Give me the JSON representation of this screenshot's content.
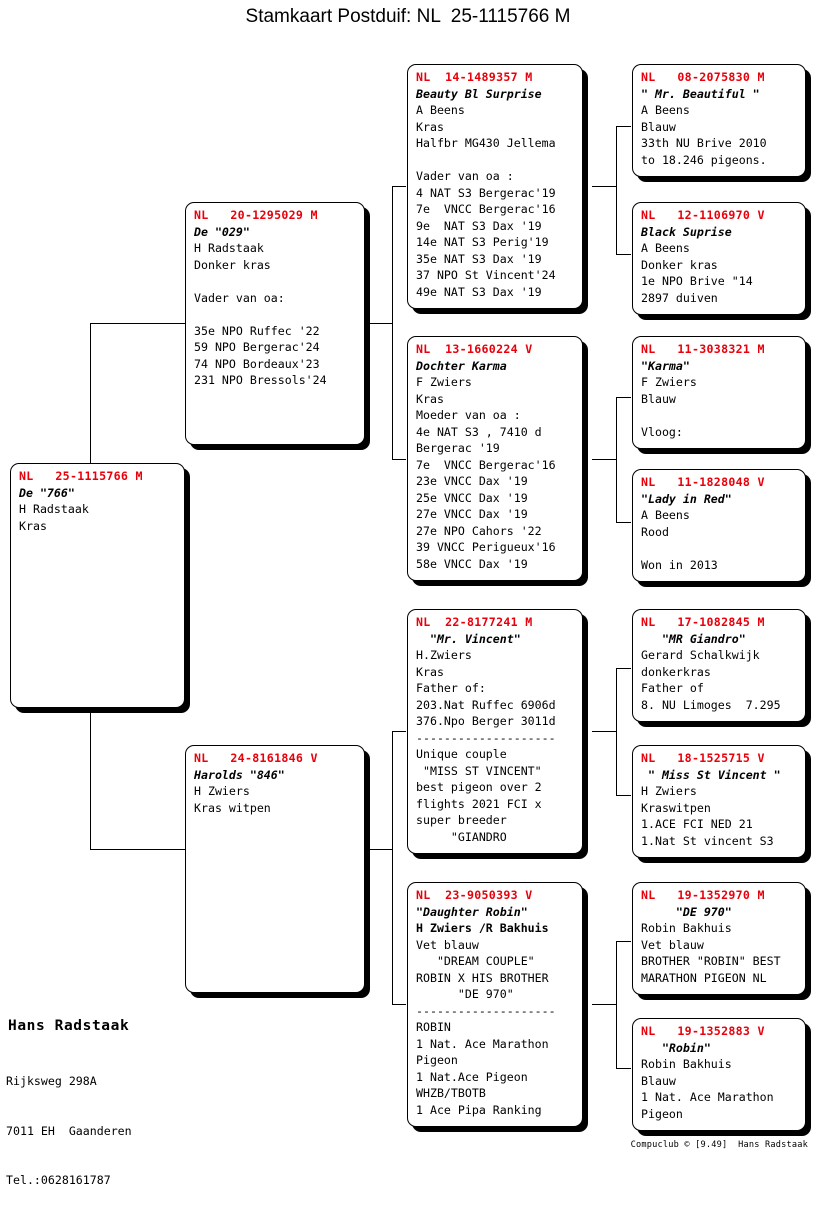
{
  "title": "Stamkaart Postduif: NL  25-1115766 M",
  "colors": {
    "ring": "#e8000a",
    "text": "#000000",
    "background": "#ffffff"
  },
  "subject": {
    "ring": "NL   25-1115766 M",
    "lines": [
      {
        "text": "De \"766\"",
        "style": "ital"
      },
      {
        "text": "H Radstaak",
        "style": "plain"
      },
      {
        "text": "Kras",
        "style": "plain"
      }
    ]
  },
  "gen1": [
    {
      "ring": "NL   20-1295029 M",
      "lines": [
        {
          "text": "De \"029\"",
          "style": "ital"
        },
        {
          "text": "H Radstaak",
          "style": "plain"
        },
        {
          "text": "Donker kras",
          "style": "plain"
        },
        {
          "text": " ",
          "style": "plain"
        },
        {
          "text": "Vader van oa:",
          "style": "plain"
        },
        {
          "text": " ",
          "style": "plain"
        },
        {
          "text": "35e NPO Ruffec '22",
          "style": "plain"
        },
        {
          "text": "59 NPO Bergerac'24",
          "style": "plain"
        },
        {
          "text": "74 NPO Bordeaux'23",
          "style": "plain"
        },
        {
          "text": "231 NPO Bressols'24",
          "style": "plain"
        }
      ]
    },
    {
      "ring": "NL   24-8161846 V",
      "lines": [
        {
          "text": "Harolds \"846\"",
          "style": "ital"
        },
        {
          "text": "H Zwiers",
          "style": "plain"
        },
        {
          "text": "Kras witpen",
          "style": "plain"
        }
      ]
    }
  ],
  "gen2": [
    {
      "ring": "NL  14-1489357 M",
      "lines": [
        {
          "text": "Beauty Bl Surprise",
          "style": "ital"
        },
        {
          "text": "A Beens",
          "style": "plain"
        },
        {
          "text": "Kras",
          "style": "plain"
        },
        {
          "text": "Halfbr MG430 Jellema",
          "style": "plain"
        },
        {
          "text": " ",
          "style": "plain"
        },
        {
          "text": "Vader van oa :",
          "style": "plain"
        },
        {
          "text": "4 NAT S3 Bergerac'19",
          "style": "plain"
        },
        {
          "text": "7e  VNCC Bergerac'16",
          "style": "plain"
        },
        {
          "text": "9e  NAT S3 Dax '19",
          "style": "plain"
        },
        {
          "text": "14e NAT S3 Perig'19",
          "style": "plain"
        },
        {
          "text": "35e NAT S3 Dax '19",
          "style": "plain"
        },
        {
          "text": "37 NPO St Vincent'24",
          "style": "plain"
        },
        {
          "text": "49e NAT S3 Dax '19",
          "style": "plain"
        }
      ]
    },
    {
      "ring": "NL  13-1660224 V",
      "lines": [
        {
          "text": "Dochter Karma",
          "style": "ital"
        },
        {
          "text": "F Zwiers",
          "style": "plain"
        },
        {
          "text": "Kras",
          "style": "plain"
        },
        {
          "text": "Moeder van oa :",
          "style": "plain"
        },
        {
          "text": "4e NAT S3 , 7410 d",
          "style": "plain"
        },
        {
          "text": "Bergerac '19",
          "style": "plain"
        },
        {
          "text": "7e  VNCC Bergerac'16",
          "style": "plain"
        },
        {
          "text": "23e VNCC Dax '19",
          "style": "plain"
        },
        {
          "text": "25e VNCC Dax '19",
          "style": "plain"
        },
        {
          "text": "27e VNCC Dax '19",
          "style": "plain"
        },
        {
          "text": "27e NPO Cahors '22",
          "style": "plain"
        },
        {
          "text": "39 VNCC Perigueux'16",
          "style": "plain"
        },
        {
          "text": "58e VNCC Dax '19",
          "style": "plain"
        }
      ]
    },
    {
      "ring": "NL  22-8177241 M",
      "lines": [
        {
          "text": "  \"Mr. Vincent\"",
          "style": "ital"
        },
        {
          "text": "H.Zwiers",
          "style": "plain"
        },
        {
          "text": "Kras",
          "style": "plain"
        },
        {
          "text": "Father of:",
          "style": "plain"
        },
        {
          "text": "203.Nat Ruffec 6906d",
          "style": "plain"
        },
        {
          "text": "376.Npo Berger 3011d",
          "style": "plain"
        },
        {
          "text": "--------------------",
          "style": "plain"
        },
        {
          "text": "Unique couple",
          "style": "plain"
        },
        {
          "text": " \"MISS ST VINCENT\"",
          "style": "plain"
        },
        {
          "text": "best pigeon over 2",
          "style": "plain"
        },
        {
          "text": "flights 2021 FCI x",
          "style": "plain"
        },
        {
          "text": "super breeder",
          "style": "plain"
        },
        {
          "text": "     \"GIANDRO",
          "style": "plain"
        }
      ]
    },
    {
      "ring": "NL  23-9050393 V",
      "lines": [
        {
          "text": "\"Daughter Robin\"",
          "style": "ital"
        },
        {
          "text": "H Zwiers /R Bakhuis",
          "style": "name"
        },
        {
          "text": "Vet blauw",
          "style": "plain"
        },
        {
          "text": "   \"DREAM COUPLE\"",
          "style": "plain"
        },
        {
          "text": "ROBIN X HIS BROTHER",
          "style": "plain"
        },
        {
          "text": "      \"DE 970\"",
          "style": "plain"
        },
        {
          "text": "--------------------",
          "style": "plain"
        },
        {
          "text": "ROBIN",
          "style": "plain"
        },
        {
          "text": "1 Nat. Ace Marathon",
          "style": "plain"
        },
        {
          "text": "Pigeon",
          "style": "plain"
        },
        {
          "text": "1 Nat.Ace Pigeon",
          "style": "plain"
        },
        {
          "text": "WHZB/TBOTB",
          "style": "plain"
        },
        {
          "text": "1 Ace Pipa Ranking",
          "style": "plain"
        }
      ]
    }
  ],
  "gen3": [
    {
      "ring": "NL   08-2075830 M",
      "lines": [
        {
          "text": "\" Mr. Beautiful \"",
          "style": "ital"
        },
        {
          "text": "A Beens",
          "style": "plain"
        },
        {
          "text": "Blauw",
          "style": "plain"
        },
        {
          "text": "33th NU Brive 2010",
          "style": "plain"
        },
        {
          "text": "to 18.246 pigeons.",
          "style": "plain"
        }
      ]
    },
    {
      "ring": "NL   12-1106970 V",
      "lines": [
        {
          "text": "Black Suprise",
          "style": "ital"
        },
        {
          "text": "A Beens",
          "style": "plain"
        },
        {
          "text": "Donker kras",
          "style": "plain"
        },
        {
          "text": "1e NPO Brive \"14",
          "style": "plain"
        },
        {
          "text": "2897 duiven",
          "style": "plain"
        }
      ]
    },
    {
      "ring": "NL   11-3038321 M",
      "lines": [
        {
          "text": "\"Karma\"",
          "style": "ital"
        },
        {
          "text": "F Zwiers",
          "style": "plain"
        },
        {
          "text": "Blauw",
          "style": "plain"
        },
        {
          "text": " ",
          "style": "plain"
        },
        {
          "text": "Vloog:",
          "style": "plain"
        }
      ]
    },
    {
      "ring": "NL   11-1828048 V",
      "lines": [
        {
          "text": "\"Lady in Red\"",
          "style": "ital"
        },
        {
          "text": "A Beens",
          "style": "plain"
        },
        {
          "text": "Rood",
          "style": "plain"
        },
        {
          "text": " ",
          "style": "plain"
        },
        {
          "text": "Won in 2013",
          "style": "plain"
        }
      ]
    },
    {
      "ring": "NL   17-1082845 M",
      "lines": [
        {
          "text": "   \"MR Giandro\"",
          "style": "ital"
        },
        {
          "text": "Gerard Schalkwijk",
          "style": "plain"
        },
        {
          "text": "donkerkras",
          "style": "plain"
        },
        {
          "text": "Father of",
          "style": "plain"
        },
        {
          "text": "8. NU Limoges  7.295",
          "style": "plain"
        }
      ]
    },
    {
      "ring": "NL   18-1525715 V",
      "lines": [
        {
          "text": " \" Miss St Vincent \"",
          "style": "ital"
        },
        {
          "text": "H Zwiers",
          "style": "plain"
        },
        {
          "text": "Kraswitpen",
          "style": "plain"
        },
        {
          "text": "1.ACE FCI NED 21",
          "style": "plain"
        },
        {
          "text": "1.Nat St vincent S3",
          "style": "plain"
        }
      ]
    },
    {
      "ring": "NL   19-1352970 M",
      "lines": [
        {
          "text": "     \"DE 970\"",
          "style": "ital"
        },
        {
          "text": "Robin Bakhuis",
          "style": "plain"
        },
        {
          "text": "Vet blauw",
          "style": "plain"
        },
        {
          "text": "BROTHER \"ROBIN\" BEST",
          "style": "plain"
        },
        {
          "text": "MARATHON PIGEON NL",
          "style": "plain"
        }
      ]
    },
    {
      "ring": "NL   19-1352883 V",
      "lines": [
        {
          "text": "   \"Robin\"",
          "style": "ital"
        },
        {
          "text": "Robin Bakhuis",
          "style": "plain"
        },
        {
          "text": "Blauw",
          "style": "plain"
        },
        {
          "text": "1 Nat. Ace Marathon",
          "style": "plain"
        },
        {
          "text": "Pigeon",
          "style": "plain"
        }
      ]
    }
  ],
  "breeder": {
    "name": "Hans Radstaak",
    "address1": "Rijksweg 298A",
    "address2": "7011 EH  Gaanderen",
    "phone": "Tel.:0628161787"
  },
  "credit": "Compuclub © [9.49]  Hans Radstaak"
}
